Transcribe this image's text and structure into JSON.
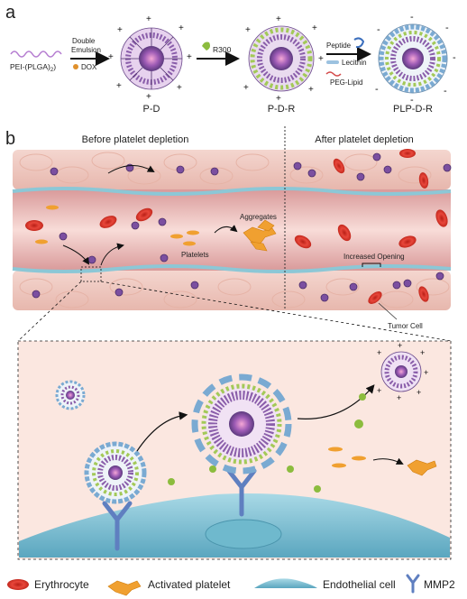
{
  "panel_a": {
    "label": "a",
    "polymer": "PEI-(PLGA)",
    "polymer_sub": "2",
    "step1_top": "Double",
    "step1_mid": "Emulsion",
    "step1_drug": "DOX",
    "np1": "P-D",
    "reagent": "R300",
    "np2": "P-D-R",
    "peptide": "Peptide",
    "lecithin": "Lecithin",
    "peg": "PEG-Lipid",
    "np3": "PLP-D-R"
  },
  "panel_b": {
    "label": "b",
    "before": "Before platelet depletion",
    "after": "After platelet depletion",
    "aggregates": "Aggregates",
    "platelets": "Platelets",
    "opening": "Increased Opening",
    "tumor": "Tumor Cell"
  },
  "legend": [
    {
      "label": "Erythrocyte",
      "icon": "erythrocyte-icon"
    },
    {
      "label": "Activated platelet",
      "icon": "activated-platelet-icon"
    },
    {
      "label": "Endothelial cell",
      "icon": "endothelial-cell-icon"
    },
    {
      "label": "MMP2",
      "icon": "mmp2-icon"
    }
  ],
  "colors": {
    "vessel": "#c98c8c",
    "lumen": "#f6d3cf",
    "rbc": "#e23b2e",
    "platelet": "#f0a030",
    "particle": "#7b4fa0",
    "endothelial": "#8cc7d6",
    "mmp2": "#5f7fc0"
  }
}
